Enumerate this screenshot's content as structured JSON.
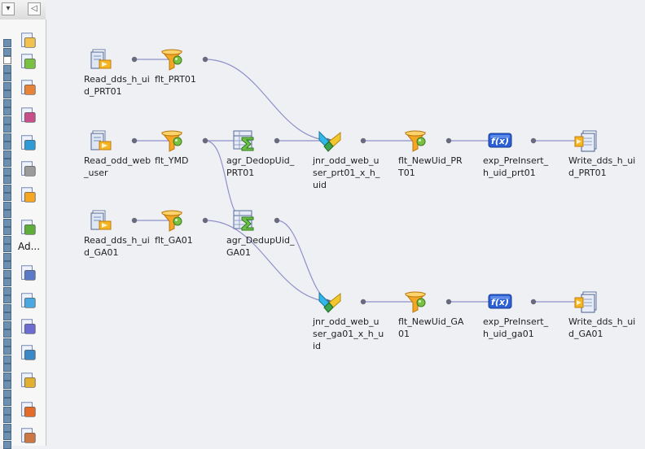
{
  "palette": {
    "label": "Ad..."
  },
  "nodes": [
    {
      "id": "read_prt01",
      "label": "Read_dds_h_ui\nd_PRT01",
      "icon": "source-reader-icon"
    },
    {
      "id": "flt_prt01",
      "label": "flt_PRT01",
      "icon": "filter-funnel-icon"
    },
    {
      "id": "read_web",
      "label": "Read_odd_web\n_user",
      "icon": "source-reader-icon"
    },
    {
      "id": "flt_ymd",
      "label": "flt_YMD",
      "icon": "filter-funnel-icon"
    },
    {
      "id": "agr_prt01",
      "label": "agr_DedopUid_\nPRT01",
      "icon": "aggregator-icon"
    },
    {
      "id": "jnr_prt01",
      "label": "jnr_odd_web_u\nser_prt01_x_h_\nuid",
      "icon": "joiner-icon"
    },
    {
      "id": "flt_new_prt",
      "label": "flt_NewUid_PR\nT01",
      "icon": "filter-funnel-icon"
    },
    {
      "id": "exp_prt01",
      "label": "exp_PreInsert_\nh_uid_prt01",
      "icon": "expression-icon"
    },
    {
      "id": "write_prt01",
      "label": "Write_dds_h_ui\nd_PRT01",
      "icon": "target-writer-icon"
    },
    {
      "id": "read_ga01",
      "label": "Read_dds_h_ui\nd_GA01",
      "icon": "source-reader-icon"
    },
    {
      "id": "flt_ga01",
      "label": "flt_GA01",
      "icon": "filter-funnel-icon"
    },
    {
      "id": "agr_ga01",
      "label": "agr_DedupUid_\nGA01",
      "icon": "aggregator-icon"
    },
    {
      "id": "jnr_ga01",
      "label": "jnr_odd_web_u\nser_ga01_x_h_u\nid",
      "icon": "joiner-icon"
    },
    {
      "id": "flt_new_ga",
      "label": "flt_NewUid_GA\n01",
      "icon": "filter-funnel-icon"
    },
    {
      "id": "exp_ga01",
      "label": "exp_PreInsert_\nh_uid_ga01",
      "icon": "expression-icon"
    },
    {
      "id": "write_ga01",
      "label": "Write_dds_h_ui\nd_GA01",
      "icon": "target-writer-icon"
    }
  ],
  "links": [
    [
      "read_prt01",
      "flt_prt01"
    ],
    [
      "flt_prt01",
      "jnr_prt01"
    ],
    [
      "read_web",
      "flt_ymd"
    ],
    [
      "flt_ymd",
      "agr_prt01"
    ],
    [
      "flt_ymd",
      "agr_ga01"
    ],
    [
      "agr_prt01",
      "jnr_prt01"
    ],
    [
      "jnr_prt01",
      "flt_new_prt"
    ],
    [
      "flt_new_prt",
      "exp_prt01"
    ],
    [
      "exp_prt01",
      "write_prt01"
    ],
    [
      "read_ga01",
      "flt_ga01"
    ],
    [
      "flt_ga01",
      "jnr_ga01"
    ],
    [
      "agr_ga01",
      "jnr_ga01"
    ],
    [
      "jnr_ga01",
      "flt_new_ga"
    ],
    [
      "flt_new_ga",
      "exp_ga01"
    ],
    [
      "exp_ga01",
      "write_ga01"
    ]
  ],
  "colors": {
    "link": "#8f8fc9",
    "port": "#6a6a7e",
    "canvas": "#eef0f4"
  }
}
